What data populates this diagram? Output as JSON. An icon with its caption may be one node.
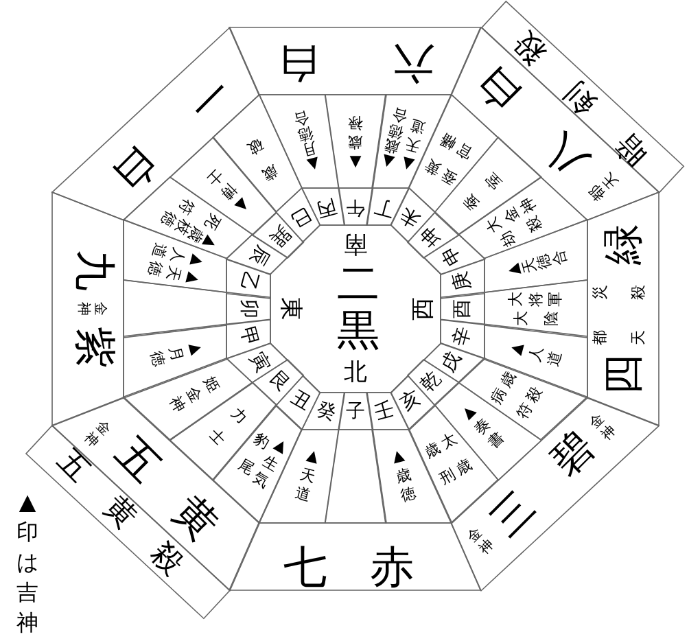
{
  "diagram": {
    "nodes": [
      {
        "text": [
          "南",
          "東",
          "二黒",
          "西",
          "北"
        ]
      },
      {
        "text": [
          "丙"
        ]
      },
      {
        "text": [
          "午"
        ]
      },
      {
        "text": [
          "丁"
        ]
      },
      {
        "text": [
          "未"
        ]
      },
      {
        "text": [
          "坤"
        ]
      },
      {
        "text": [
          "申"
        ]
      },
      {
        "text": [
          "庚"
        ]
      },
      {
        "text": [
          "酉"
        ]
      },
      {
        "text": [
          "辛"
        ]
      },
      {
        "text": [
          "戌"
        ]
      },
      {
        "text": [
          "乾"
        ]
      },
      {
        "text": [
          "亥"
        ]
      },
      {
        "text": [
          "壬"
        ]
      },
      {
        "text": [
          "子"
        ]
      },
      {
        "text": [
          "癸"
        ]
      },
      {
        "text": [
          "丑"
        ]
      },
      {
        "text": [
          "艮"
        ]
      },
      {
        "text": [
          "寅"
        ]
      },
      {
        "text": [
          "甲"
        ]
      },
      {
        "text": [
          "卯"
        ]
      },
      {
        "text": [
          "乙"
        ]
      },
      {
        "text": [
          "辰"
        ]
      },
      {
        "text": [
          "巽"
        ]
      },
      {
        "text": [
          "巳"
        ]
      },
      {
        "text": [
          "▲月徳合"
        ]
      },
      {
        "text": [
          "▲歳禄"
        ]
      },
      {
        "text": [
          "▲歳徳合",
          "▲天道"
        ]
      },
      {
        "text": [
          "黄幡",
          "蚕官"
        ]
      },
      {
        "text": [
          "蚕室"
        ]
      },
      {
        "text": [
          "大金神",
          "劫殺"
        ]
      },
      {
        "text": [
          "▲天徳合"
        ]
      },
      {
        "text": [
          "大将軍",
          "大陰"
        ]
      },
      {
        "text": [
          "▲人道"
        ]
      },
      {
        "text": [
          "歳殺",
          "病符"
        ]
      },
      {
        "text": [
          "▲奏書"
        ]
      },
      {
        "text": [
          "太歳",
          "歳刑"
        ]
      },
      {
        "text": [
          "▲歳徳"
        ]
      },
      {
        "text": [],
        "shape": "box"
      },
      {
        "text": [
          "▲天道"
        ]
      },
      {
        "text": [
          "▲生気",
          "豹尾"
        ]
      },
      {
        "text": [
          "力士"
        ]
      },
      {
        "text": [
          "姫金神"
        ]
      },
      {
        "text": [
          "▲月徳"
        ]
      },
      {
        "text": [],
        "shape": "box"
      },
      {
        "text": [
          "▲天徳",
          "▲人道"
        ]
      },
      {
        "text": [
          "▲歳枝徳",
          "死符"
        ]
      },
      {
        "text": [
          "▲博士"
        ]
      },
      {
        "text": [
          "歳破"
        ]
      },
      {
        "text": [
          "六白"
        ]
      },
      {
        "text": [
          "八白",
          "都天"
        ]
      },
      {
        "text": [
          "四",
          "緑",
          "災殺",
          "都天"
        ]
      },
      {
        "text": [
          "三碧",
          "金神",
          "金神"
        ]
      },
      {
        "text": [
          "七赤"
        ]
      },
      {
        "text": [
          "五黄",
          "金神"
        ]
      },
      {
        "text": [
          "九",
          "金神",
          "紫"
        ]
      },
      {
        "text": [
          "一白"
        ]
      },
      {
        "text": [
          "暗剣殺"
        ]
      },
      {
        "text": [
          "五黄殺"
        ]
      }
    ],
    "labels": [
      "▲印は吉神"
    ]
  }
}
